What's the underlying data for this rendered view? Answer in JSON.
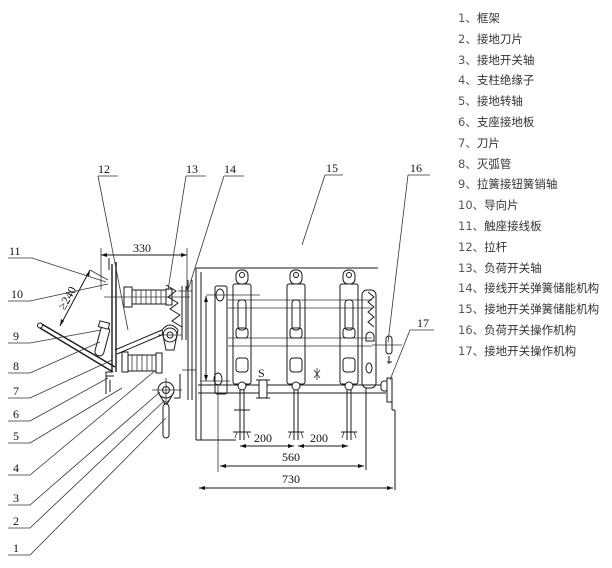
{
  "legend": [
    {
      "num": "1、",
      "label": "框架"
    },
    {
      "num": "2、",
      "label": "接地刀片"
    },
    {
      "num": "3、",
      "label": "接地开关轴"
    },
    {
      "num": "4、",
      "label": "支柱绝缘子"
    },
    {
      "num": "5、",
      "label": "接地转轴"
    },
    {
      "num": "6、",
      "label": "支座接地板"
    },
    {
      "num": "7、",
      "label": "刀片"
    },
    {
      "num": "8、",
      "label": "灭弧管"
    },
    {
      "num": "9、",
      "label": "拉簧接钮簧销轴"
    },
    {
      "num": "10、",
      "label": "导向片"
    },
    {
      "num": "11、",
      "label": "触座接线板"
    },
    {
      "num": "12、",
      "label": "拉杆"
    },
    {
      "num": "13、",
      "label": "负荷开关轴"
    },
    {
      "num": "14、",
      "label": "接线开关弹簧储能机构"
    },
    {
      "num": "15、",
      "label": "接地开关弹簧储能机构"
    },
    {
      "num": "16、",
      "label": "负荷开关操作机构"
    },
    {
      "num": "17、",
      "label": "接地开关操作机构"
    }
  ],
  "callouts": {
    "c1": "1",
    "c2": "2",
    "c3": "3",
    "c4": "4",
    "c5": "5",
    "c6": "6",
    "c7": "7",
    "c8": "8",
    "c9": "9",
    "c10": "10",
    "c11": "11",
    "c12": "12",
    "c13": "13",
    "c14": "14",
    "c15": "15",
    "c16": "16",
    "c17": "17"
  },
  "dimensions": {
    "d330": "330",
    "d240": "≥240",
    "d200a": "200",
    "d200b": "200",
    "d560": "560",
    "d730": "730",
    "mark_s": "S"
  }
}
